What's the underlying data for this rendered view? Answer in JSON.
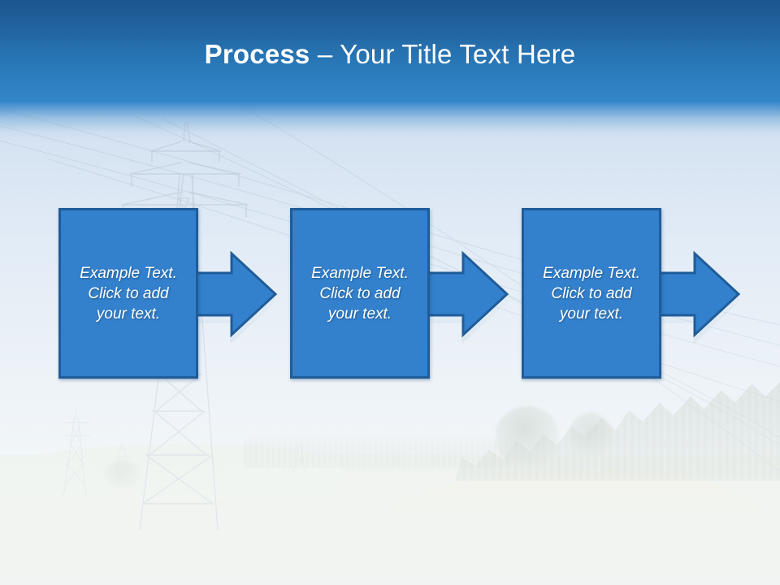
{
  "slide": {
    "title_strong": "Process",
    "title_rest": " – Your Title Text Here",
    "background_description": "power transmission pylon in a field, washed out",
    "colors": {
      "header_top": "#1c558f",
      "header_bottom": "#3486ca",
      "shape_fill": "#3380cc",
      "shape_border": "#1f5c99",
      "text": "#ffffff"
    }
  },
  "process": {
    "steps": [
      {
        "id": "step-1",
        "text": "Example Text.\nClick  to add\nyour text."
      },
      {
        "id": "step-2",
        "text": "Example Text.\nClick  to add\nyour text."
      },
      {
        "id": "step-3",
        "text": "Example Text.\nClick  to add\nyour text."
      }
    ],
    "arrows": [
      {
        "id": "arrow-1",
        "direction": "right"
      },
      {
        "id": "arrow-2",
        "direction": "right"
      },
      {
        "id": "arrow-3",
        "direction": "right"
      }
    ]
  }
}
